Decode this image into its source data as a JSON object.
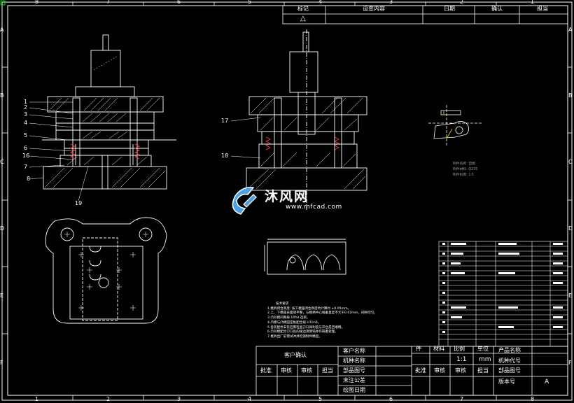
{
  "title_block_top": {
    "headers": [
      "标记",
      "设变内容",
      "日期",
      "确认",
      "担当"
    ],
    "triangle": "△"
  },
  "border": {
    "top_numbers": [
      "8",
      "7",
      "6",
      "5",
      "4",
      "3",
      "2",
      "1"
    ],
    "bottom_numbers": [
      "1",
      "2",
      "3",
      "4",
      "5",
      "6",
      "7",
      "8"
    ],
    "side_letters": [
      "A",
      "B",
      "C",
      "D",
      "E",
      "F"
    ]
  },
  "part_callouts": [
    "1",
    "2",
    "3",
    "4",
    "5",
    "6",
    "16",
    "7",
    "8",
    "19",
    "17",
    "18"
  ],
  "spec_note": {
    "lines": [
      "制件名称: 垫圈",
      "制件材料: Q235",
      "制件料厚: 1.5"
    ]
  },
  "tech_notes": {
    "title": "技术要求",
    "lines": [
      "1.模具闭合高度: 按下模座闭合高度约计算约 ±0.05mm。",
      "2.上、下模座表面须平整，与模柄中心线垂直度不大于0.02mm，间隙均匀。",
      "3.凸凹模间隙按 10%t 选取。",
      "4.凸模与凸模固定板配合按 H7/m6。",
      "5.各装配件安装后需检查刃口锋利度与开合是否顺畅。",
      "6.凸凹模配合刃口处的棱边须倒钝并作研磨处理。",
      "7.模具出厂前需试冲并检测制件精度。"
    ]
  },
  "watermark": {
    "text": "沐风网",
    "url": "www.mfcad.com"
  },
  "title_block_bottom": {
    "customer_confirm": "客户确认",
    "roles_left": [
      "批准",
      "审核",
      "审核",
      "担当"
    ],
    "middle_labels": [
      "客户名称",
      "机种名称",
      "部品图号",
      "末注公差",
      "绘图日期"
    ],
    "mid_headers": [
      "件",
      "材料",
      "比例",
      "单位"
    ],
    "scale_value": "1:1",
    "unit_value": "mm",
    "roles_right": [
      "批准",
      "审核",
      "审核",
      "担当"
    ],
    "right_labels": [
      "产品名称",
      "机种代号",
      "部品图号",
      "版本号"
    ],
    "version_value": "A"
  }
}
